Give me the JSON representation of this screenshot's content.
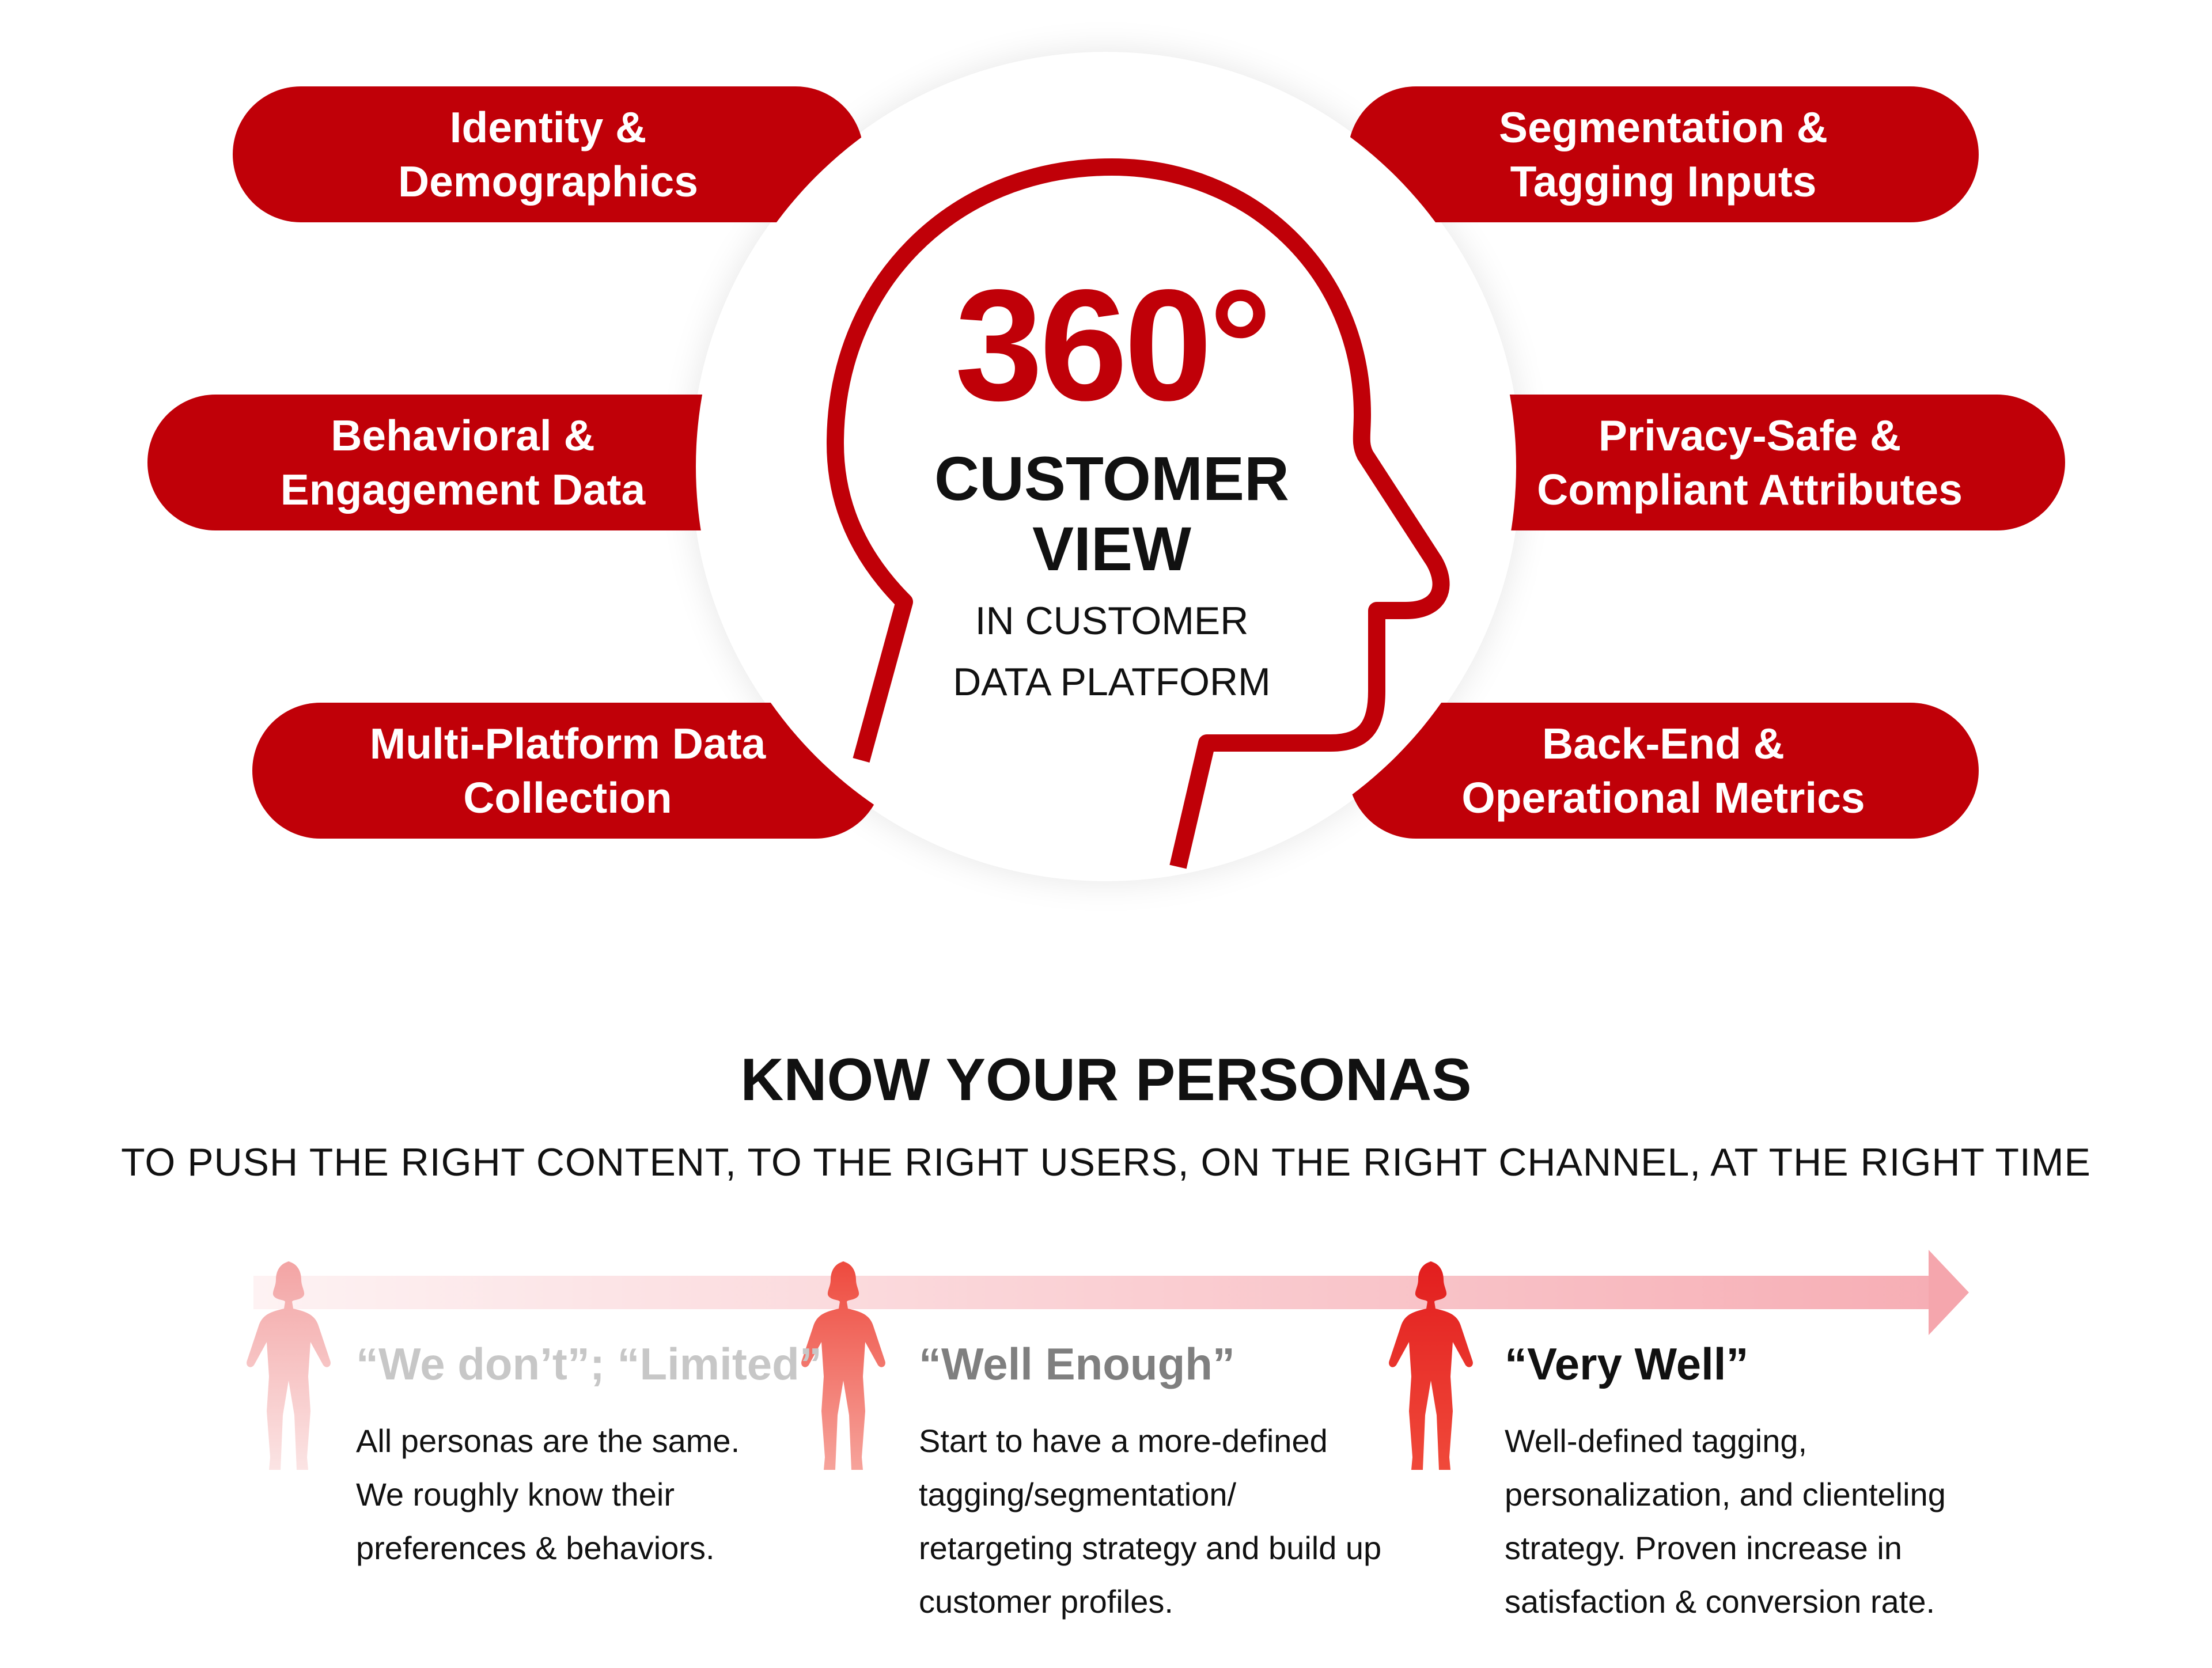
{
  "colors": {
    "accent_red": "#c00008",
    "arrow_pink": "#f5a6ad",
    "text_dark": "#111111",
    "muted_gray": "#c7c7c7",
    "mid_gray": "#7f7f7f"
  },
  "pills": {
    "identity": [
      "Identity &",
      "Demographics"
    ],
    "behavioral": [
      "Behavioral &",
      "Engagement Data"
    ],
    "multiplatform": [
      "Multi-Platform Data",
      "Collection"
    ],
    "segmentation": [
      "Segmentation &",
      "Tagging Inputs"
    ],
    "privacy": [
      "Privacy-Safe &",
      "Compliant Attributes"
    ],
    "backend": [
      "Back-End &",
      "Operational Metrics"
    ]
  },
  "center": {
    "degrees": "360°",
    "title_lines": [
      "CUSTOMER",
      "VIEW"
    ],
    "subtitle_lines": [
      "IN CUSTOMER",
      "DATA PLATFORM"
    ],
    "icon": "head-outline-icon"
  },
  "personas": {
    "title": "KNOW YOUR PERSONAS",
    "subtitle": "TO PUSH THE RIGHT CONTENT, TO THE RIGHT USERS, ON THE RIGHT CHANNEL, AT THE RIGHT TIME",
    "stages": [
      {
        "title": "“We don’t”; “Limited”",
        "desc": [
          "All personas are the same.",
          "We roughly know their",
          "preferences & behaviors."
        ],
        "icon": "person-silhouette-icon"
      },
      {
        "title": "“Well Enough”",
        "desc": [
          "Start to have a more-defined",
          "tagging/segmentation/",
          "retargeting strategy and build up",
          "customer profiles."
        ],
        "icon": "person-silhouette-icon"
      },
      {
        "title": "“Very Well”",
        "desc": [
          "Well-defined tagging,",
          "personalization, and clienteling",
          "strategy. Proven increase in",
          "satisfaction & conversion rate."
        ],
        "icon": "person-silhouette-icon"
      }
    ]
  }
}
